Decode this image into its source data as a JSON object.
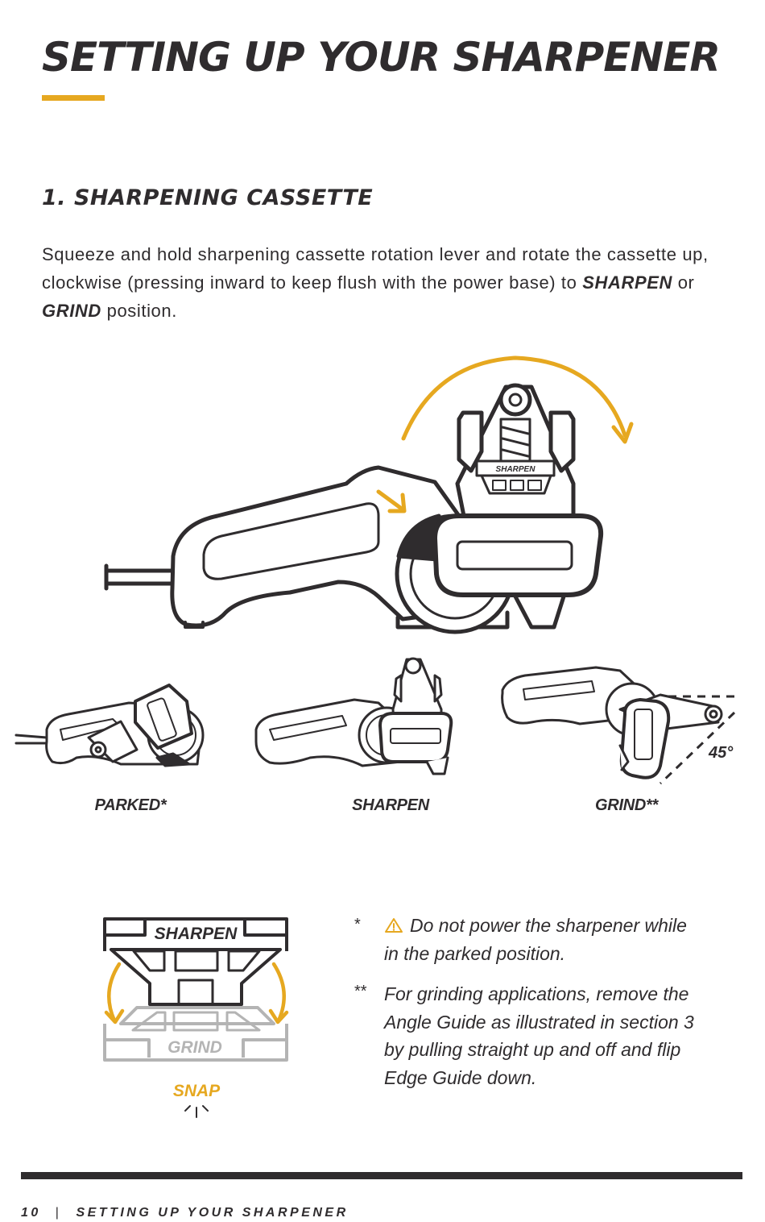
{
  "page": {
    "title": "SETTING UP YOUR SHARPENER",
    "accent_color": "#e6a820",
    "ink_color": "#2f2c2e"
  },
  "section": {
    "heading": "1. SHARPENING CASSETTE",
    "intro_part1": "Squeeze and hold sharpening cassette rotation lever and rotate the cassette up, clockwise (pressing inward to keep flush with the power base) to ",
    "intro_sharpen": "SHARPEN",
    "intro_part2": " or ",
    "intro_grind": "GRIND",
    "intro_part3": " position."
  },
  "main_illustration": {
    "icon": "knife-sharpener-rotation-illustration",
    "cassette_label": "SHARPEN"
  },
  "positions": [
    {
      "label": "PARKED*",
      "icon": "sharpener-parked-illustration"
    },
    {
      "label": "SHARPEN",
      "icon": "sharpener-sharpen-illustration"
    },
    {
      "label": "GRIND**",
      "icon": "sharpener-grind-illustration",
      "angle_label": "45°"
    }
  ],
  "snap_diagram": {
    "top_label": "SHARPEN",
    "bottom_label": "GRIND",
    "snap_label": "SNAP"
  },
  "notes": [
    {
      "marker": "*",
      "icon": "warning-icon",
      "text": "Do not power the sharpener while in the parked position."
    },
    {
      "marker": "**",
      "text": "For grinding applications, remove the Angle Guide as illustrated in section 3 by pulling straight up and off and flip Edge Guide down."
    }
  ],
  "footer": {
    "page_number": "10",
    "separator": "|",
    "section_title": "SETTING UP YOUR SHARPENER"
  }
}
